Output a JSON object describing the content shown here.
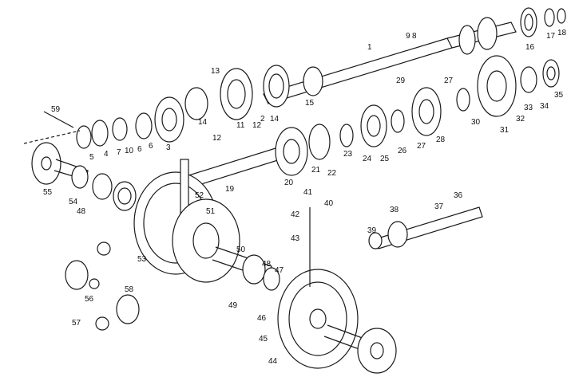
{
  "diagram": {
    "type": "exploded-parts-drawing",
    "part_numbers": [
      "1",
      "2",
      "3",
      "4",
      "5",
      "6",
      "6",
      "7",
      "8",
      "9",
      "10",
      "11",
      "12",
      "12",
      "13",
      "14",
      "14",
      "15",
      "16",
      "17",
      "18",
      "19",
      "20",
      "21",
      "22",
      "23",
      "24",
      "25",
      "26",
      "27",
      "27",
      "28",
      "29",
      "30",
      "31",
      "32",
      "33",
      "34",
      "35",
      "36",
      "37",
      "38",
      "39",
      "40",
      "41",
      "42",
      "43",
      "44",
      "45",
      "46",
      "47",
      "48",
      "48",
      "49",
      "50",
      "51",
      "52",
      "53",
      "54",
      "55",
      "56",
      "57",
      "58",
      "59"
    ]
  }
}
